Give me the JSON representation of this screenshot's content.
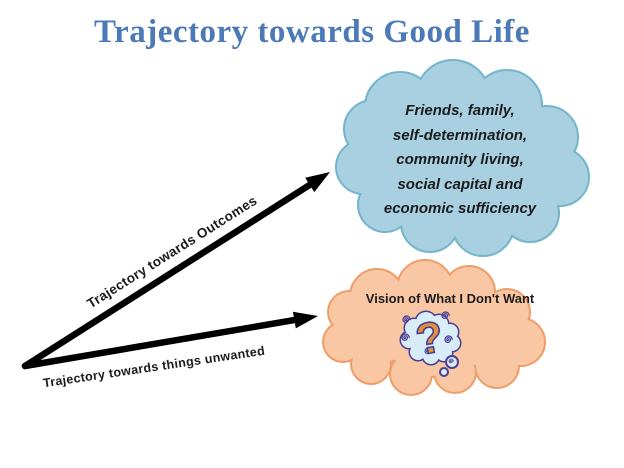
{
  "title": {
    "text": "Trajectory towards Good Life",
    "color": "#4c79b7"
  },
  "arrows": {
    "color": "#000000",
    "upper": {
      "label": "Trajectory towards Outcomes"
    },
    "lower": {
      "label": "Trajectory towards things unwanted"
    }
  },
  "clouds": {
    "outcomes": {
      "fill": "#a8d0e0",
      "stroke": "#74b6cc",
      "lines": [
        "Friends, family,",
        "self-determination,",
        "community living,",
        "social capital and",
        "economic sufficiency"
      ]
    },
    "unwanted": {
      "fill": "#f9c7a3",
      "stroke": "#ee9e6a",
      "label": "Vision of What I Don't Want",
      "question_mark": {
        "glyph": "?",
        "bubble_fill": "#d8edf8",
        "outline": "#4b3f94",
        "mark_fill": "#e2913b"
      }
    }
  }
}
